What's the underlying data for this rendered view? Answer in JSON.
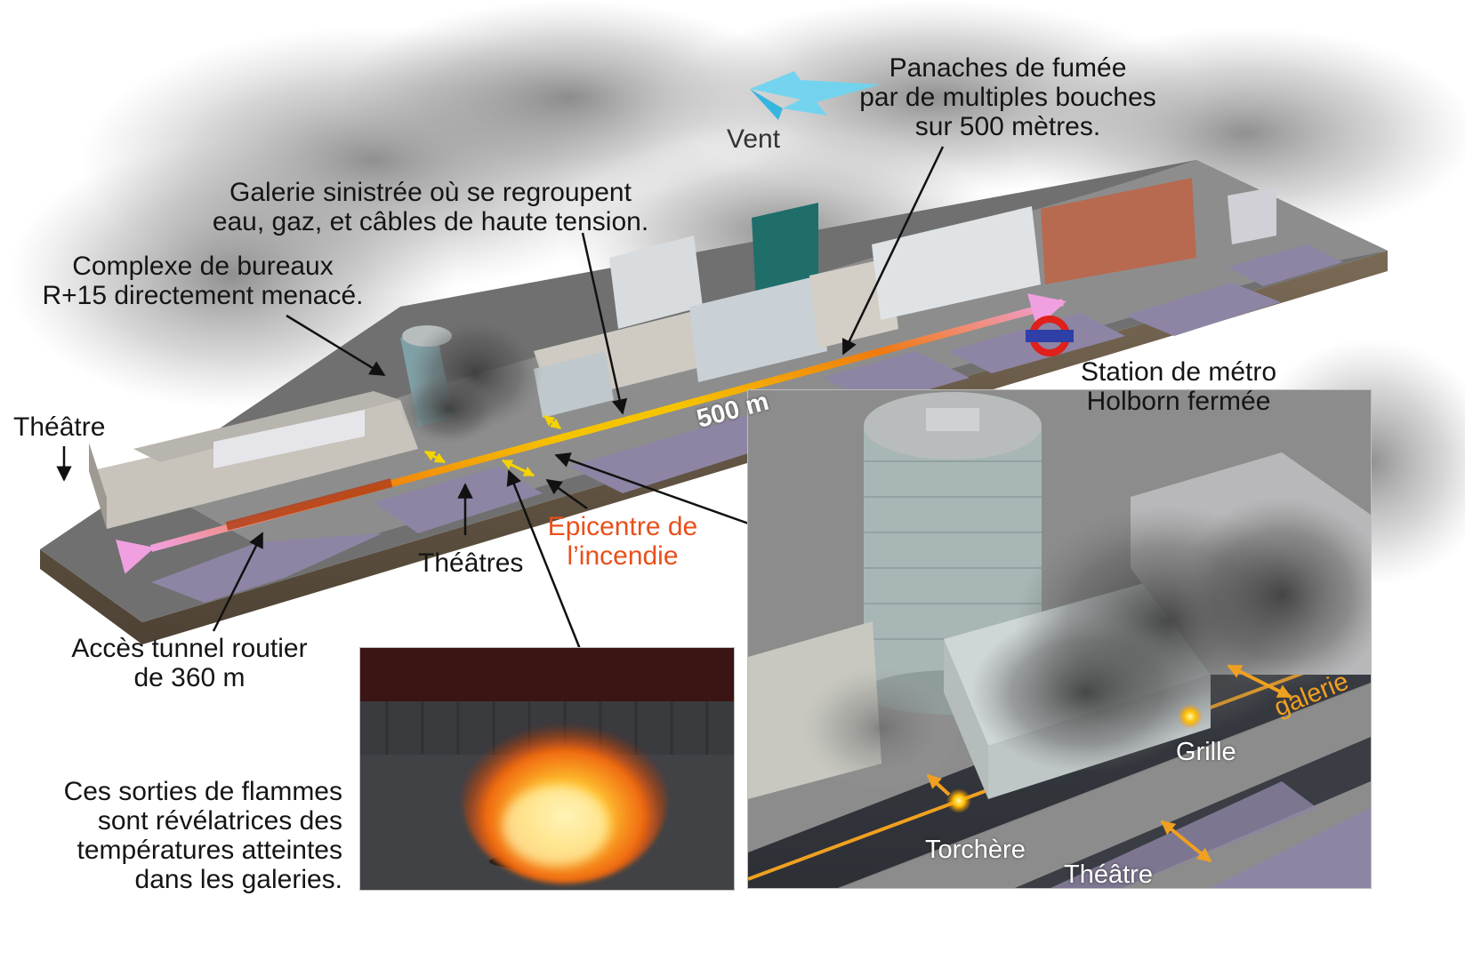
{
  "labels": {
    "vent": "Vent",
    "panaches": [
      "Panaches de fumée",
      "par de multiples bouches",
      "sur  500 mètres."
    ],
    "galerie_sinistree": [
      "Galerie sinistrée où se regroupent",
      "eau, gaz, et câbles de haute tension."
    ],
    "complexe": [
      "Complexe de bureaux",
      "R+15 directement menacé."
    ],
    "theatre_left": "Théâtre",
    "station": [
      "Station de métro",
      "Holborn fermée"
    ],
    "distance": "500 m",
    "theatres": "Théâtres",
    "epicentre": [
      "Epicentre de",
      "l’incendie"
    ],
    "acces_tunnel": [
      "Accès tunnel routier",
      "de 360 m"
    ],
    "flammes": [
      "Ces sorties de flammes",
      "sont révélatrices des",
      "températures atteintes",
      "dans les galeries."
    ],
    "inset_galerie": "galerie",
    "inset_grille": "Grille",
    "inset_torchere": "Torchère",
    "inset_theatre": "Théâtre"
  },
  "colors": {
    "text": "#151515",
    "epicentre_text": "#e8501c",
    "gallery_yellow": "#f5c400",
    "gallery_orange": "#f07a10",
    "gallery_pink": "#f0a0e0",
    "metro_red": "#e0201a",
    "metro_blue": "#2f3fa8",
    "wind_blue": "#6fd4f0",
    "road": "#6e6e6e",
    "plaza": "#8e84a4"
  },
  "icons": {
    "metro": "london-underground-roundel-icon",
    "wind": "wind-arrow-icon"
  }
}
